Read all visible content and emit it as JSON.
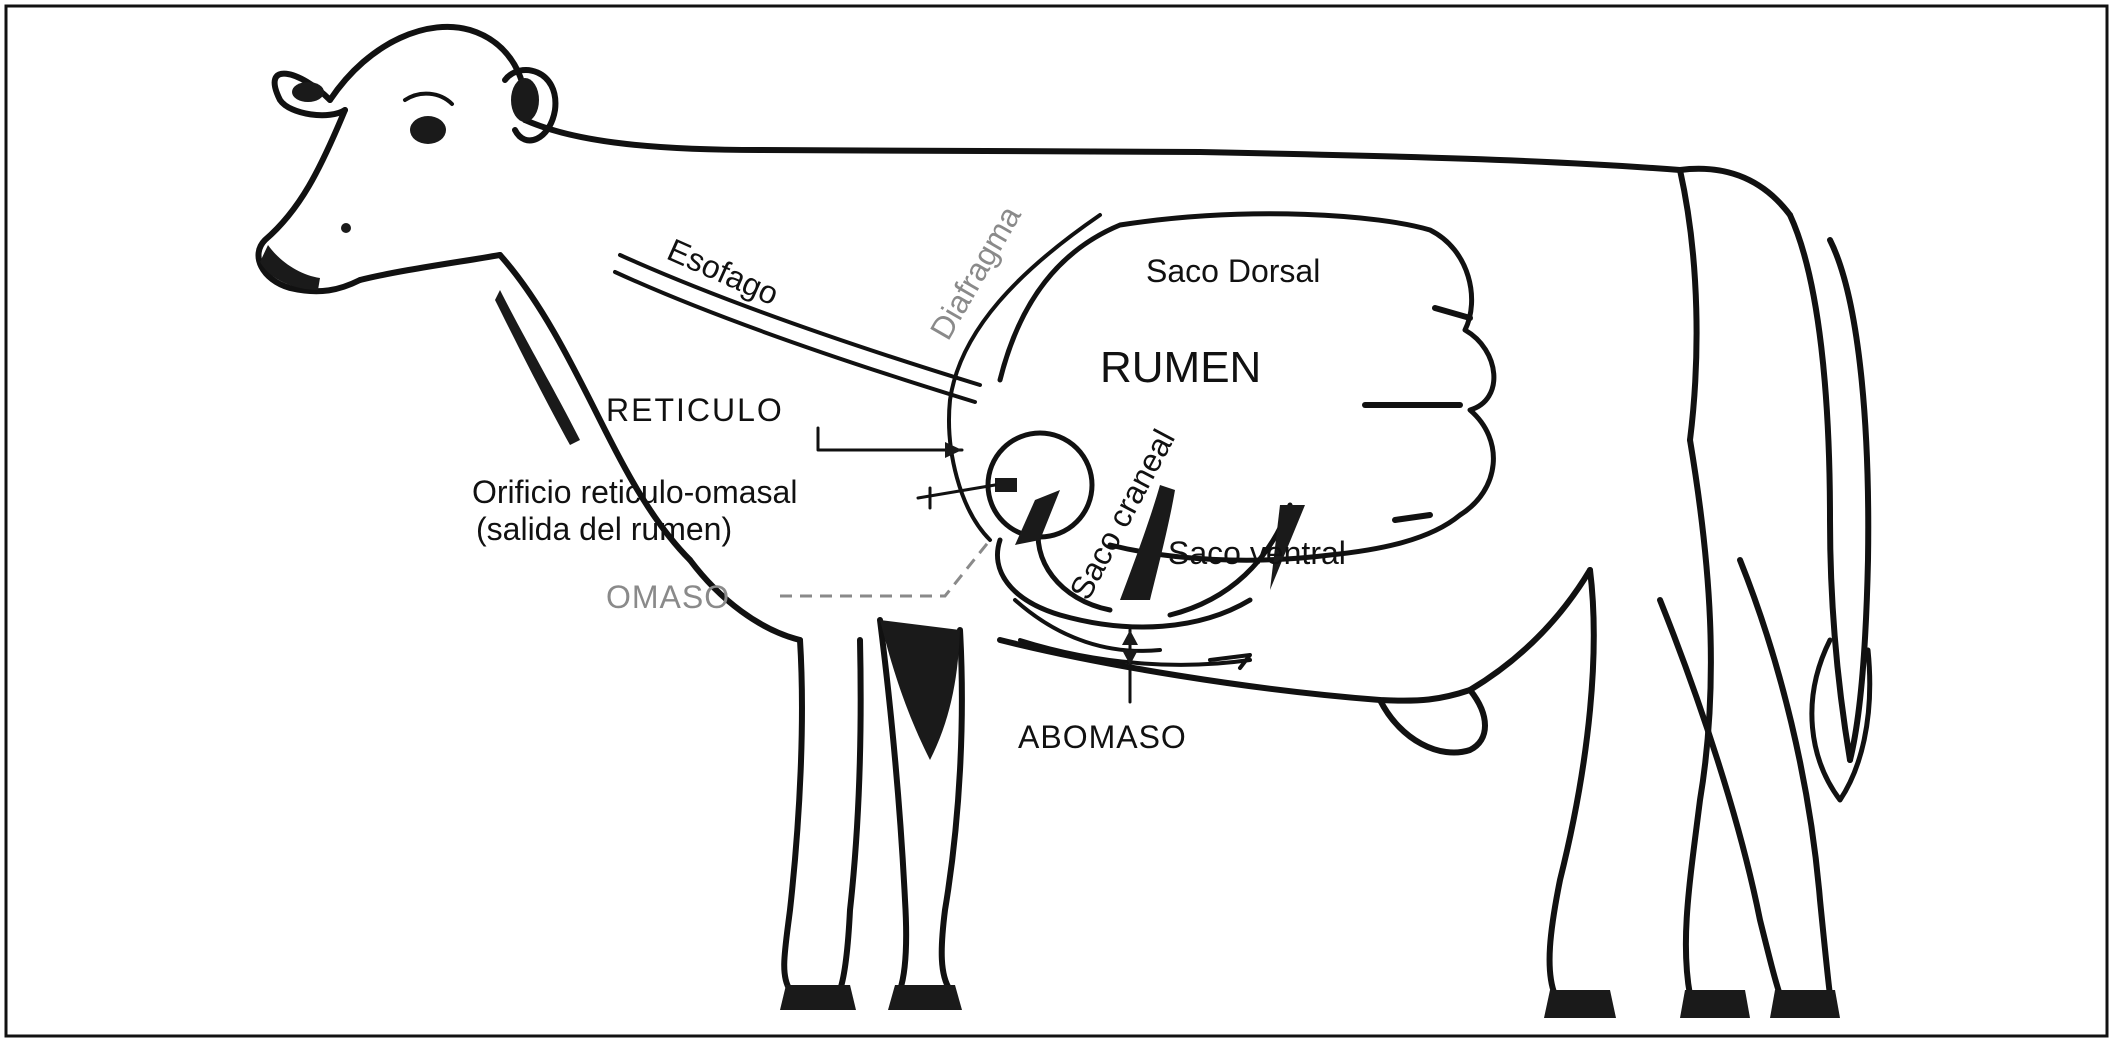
{
  "diagram": {
    "labels": {
      "esofago": "Esofago",
      "diafragma": "Diafragma",
      "saco_dorsal": "Saco Dorsal",
      "rumen": "RUMEN",
      "reticulo": "RETICULO",
      "orificio_line1": "Orificio reticulo-omasal",
      "orificio_line2": "(salida del rumen)",
      "saco_craneal": "Saco craneal",
      "saco_ventral": "Saco ventral",
      "omaso": "OMASO",
      "abomaso": "ABOMASO"
    },
    "colors": {
      "ink": "#111111",
      "gray_label": "#8a8a8a",
      "background": "#ffffff"
    }
  }
}
